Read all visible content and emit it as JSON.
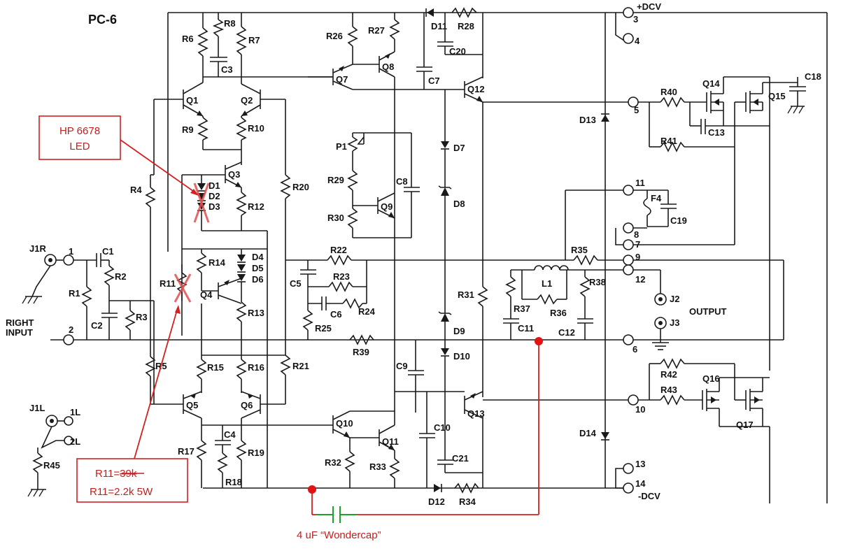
{
  "title": "PC-6",
  "labels": {
    "plus_dcv": "+DCV",
    "minus_dcv": "-DCV",
    "right_input_1": "RIGHT",
    "right_input_2": "INPUT",
    "output": "OUTPUT"
  },
  "annotations": {
    "hp_box_line1": "HP 6678",
    "hp_box_line2": "LED",
    "r11_old_prefix": "R11=",
    "r11_old_value": "39k",
    "r11_new": "R11=2.2k  5W",
    "wondercap": "4 uF “Wondercap”"
  },
  "components": {
    "R6": "R6",
    "R8": "R8",
    "R7": "R7",
    "C3": "C3",
    "R26": "R26",
    "R27": "R27",
    "Q8": "Q8",
    "Q7": "Q7",
    "D11": "D11",
    "R28": "R28",
    "C20": "C20",
    "C7": "C7",
    "Q12": "Q12",
    "Q1": "Q1",
    "Q2": "Q2",
    "R9": "R9",
    "R10": "R10",
    "Q3": "Q3",
    "D1": "D1",
    "D2": "D2",
    "D3": "D3",
    "R12": "R12",
    "R4": "R4",
    "R20": "R20",
    "P1": "P1",
    "R29": "R29",
    "R30": "R30",
    "Q9": "Q9",
    "C8": "C8",
    "D7": "D7",
    "D8": "D8",
    "D13": "D13",
    "R40": "R40",
    "Q14": "Q14",
    "Q15": "Q15",
    "C18": "C18",
    "C13": "C13",
    "R41": "R41",
    "F4": "F4",
    "C19": "C19",
    "J1R": "J1R",
    "C1": "C1",
    "R2": "R2",
    "R1": "R1",
    "C2": "C2",
    "R3": "R3",
    "R11": "R11",
    "R14": "R14",
    "Q4": "Q4",
    "D4": "D4",
    "D5": "D5",
    "D6": "D6",
    "R13": "R13",
    "R22": "R22",
    "C5": "C5",
    "R23": "R23",
    "C6": "C6",
    "R24": "R24",
    "R25": "R25",
    "R31": "R31",
    "D9": "D9",
    "D10": "D10",
    "R35": "R35",
    "L1": "L1",
    "R38": "R38",
    "R37": "R37",
    "R36": "R36",
    "C11": "C11",
    "C12": "C12",
    "J2": "J2",
    "J3": "J3",
    "R39": "R39",
    "R5": "R5",
    "R15": "R15",
    "R16": "R16",
    "R21": "R21",
    "C9": "C9",
    "Q5": "Q5",
    "Q6": "Q6",
    "R42": "R42",
    "R43": "R43",
    "Q16": "Q16",
    "Q17": "Q17",
    "J1L": "J1L",
    "R17": "R17",
    "C4": "C4",
    "R19": "R19",
    "R18": "R18",
    "Q10": "Q10",
    "Q11": "Q11",
    "C10": "C10",
    "Q13": "Q13",
    "D14": "D14",
    "R32": "R32",
    "R33": "R33",
    "C21": "C21",
    "D12": "D12",
    "R34": "R34",
    "R45": "R45"
  },
  "terminals": {
    "t1": "1",
    "t2": "2",
    "t1L": "1L",
    "t2L": "2L",
    "t3": "3",
    "t4": "4",
    "t5": "5",
    "t6": "6",
    "t7": "7",
    "t8": "8",
    "t9": "9",
    "t10": "10",
    "t11": "11",
    "t12": "12",
    "t13": "13",
    "t14": "14"
  }
}
